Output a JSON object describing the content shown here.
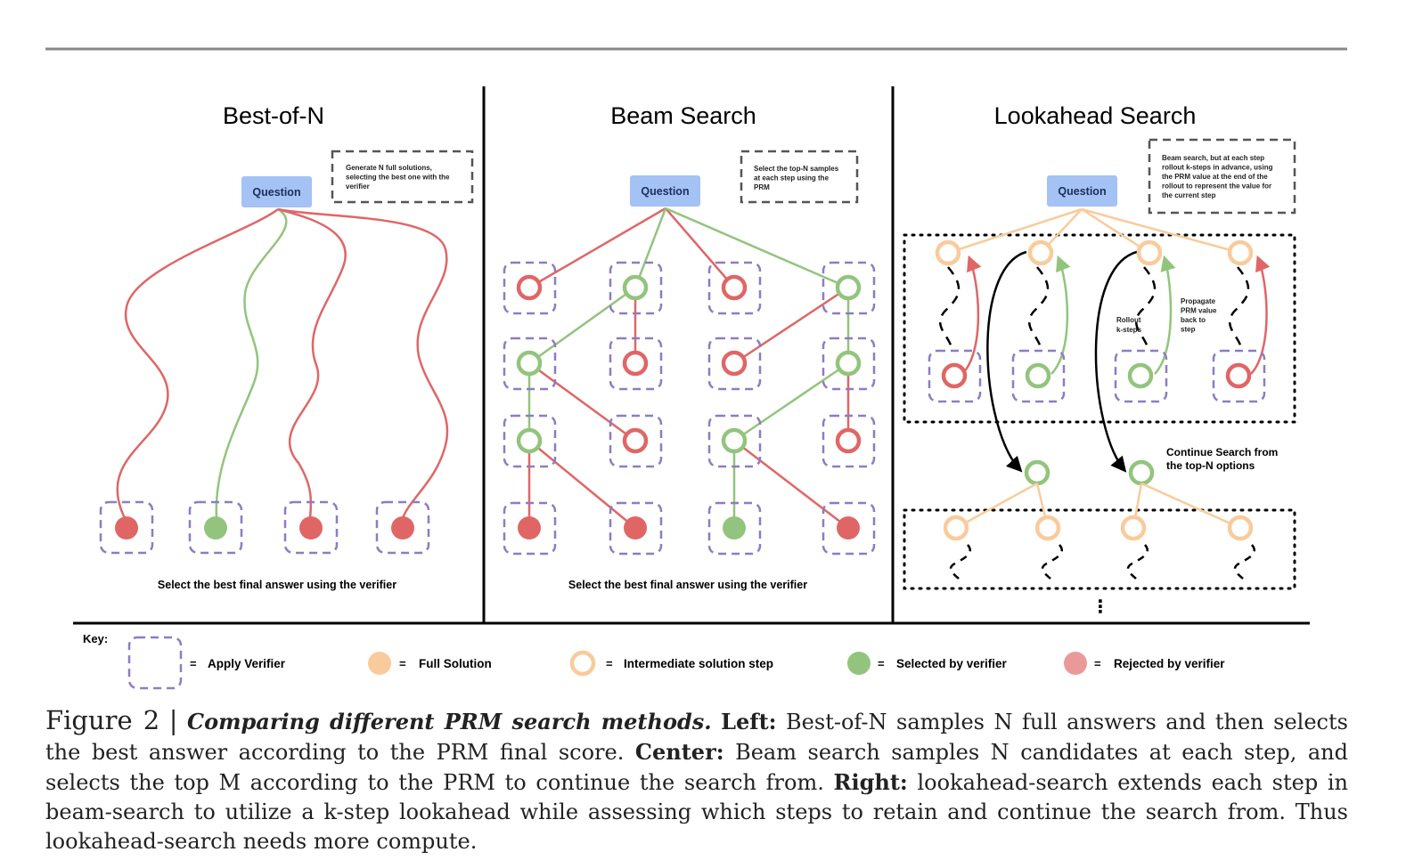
{
  "panels": {
    "best_of_n": {
      "title": "Best-of-N",
      "question": "Question",
      "note": [
        "Generate N full solutions,",
        "selecting the best one with the",
        "verifier"
      ],
      "footer": "Select the best final answer using the verifier"
    },
    "beam": {
      "title": "Beam Search",
      "question": "Question",
      "note": [
        "Select the top-N samples",
        "at each step using the",
        "PRM"
      ],
      "footer": "Select the best final answer using the verifier"
    },
    "lookahead": {
      "title": "Lookahead Search",
      "question": "Question",
      "note": [
        "Beam search, but at each step",
        "rollout k-steps in advance, using",
        "the PRM value at the end of the",
        "rollout to represent the value for",
        "the current step"
      ],
      "rollout_label": [
        "Rollout",
        "k-steps"
      ],
      "propagate_label": [
        "Propagate",
        "PRM value",
        "back to",
        "step"
      ],
      "continue_label": [
        "Continue Search from",
        "the top-N options"
      ],
      "more": "⋮"
    }
  },
  "key": {
    "title": "Key:",
    "items": [
      {
        "label": "Apply Verifier"
      },
      {
        "label": "Full Solution"
      },
      {
        "label": "Intermediate solution step"
      },
      {
        "label": "Selected by verifier"
      },
      {
        "label": "Rejected by verifier"
      }
    ],
    "equals": "="
  },
  "caption": {
    "figure_label": "Figure 2",
    "separator": "|",
    "title": "Comparing different PRM search methods.",
    "left_label": "Left:",
    "left_text": "Best-of-N samples N full answers and then selects the best answer according to the PRM final score.",
    "center_label": "Center:",
    "center_text": "Beam search samples N candidates at each step, and selects the top M according to the PRM to continue the search from.",
    "right_label": "Right:",
    "right_text": "lookahead-search extends each step in beam-search to utilize a k-step lookahead while assessing which steps to retain and continue the search from. Thus lookahead-search needs more compute."
  },
  "colors": {
    "red": "#e06666",
    "green": "#93c47d",
    "orange": "#f9cb9c",
    "question_bg": "#a4c2f4",
    "verifier_dash": "#8e7cc3",
    "rule": "#888888"
  }
}
